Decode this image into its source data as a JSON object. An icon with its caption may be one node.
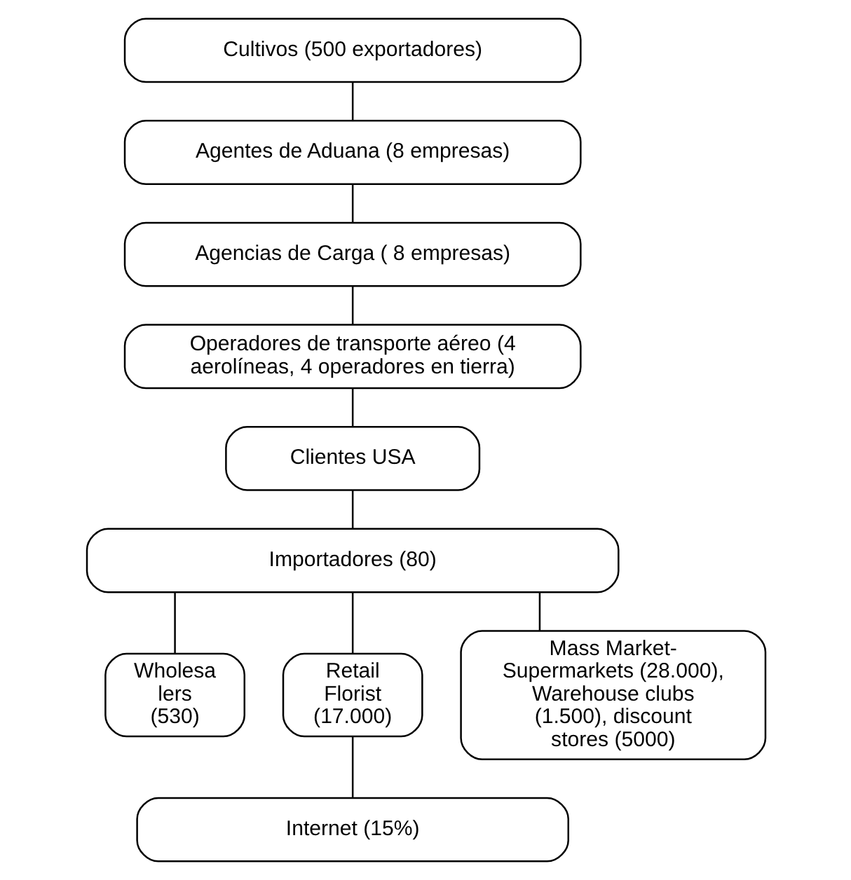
{
  "diagram": {
    "nodes": [
      {
        "text": [
          "Cultivos (500 exportadores)"
        ]
      },
      {
        "text": [
          "Agentes de Aduana (8 empresas)"
        ]
      },
      {
        "text": [
          "Agencias de Carga ( 8 empresas)"
        ]
      },
      {
        "text": [
          "Operadores de transporte aéreo (4 aerolíneas, 4 operadores en tierra)"
        ]
      },
      {
        "text": [
          "Clientes USA"
        ]
      },
      {
        "text": [
          "Importadores (80)"
        ]
      },
      {
        "text": [
          "Wholesa lers (530)"
        ]
      },
      {
        "text": [
          "Retail Florist (17.000)"
        ]
      },
      {
        "text": [
          "Mass Market- Supermarkets (28.000), Warehouse clubs  (1.500), discount stores (5000)"
        ]
      },
      {
        "text": [
          "Internet (15%)"
        ]
      }
    ],
    "edges": [
      {
        "from": 0,
        "to": 1,
        "arrow": "none"
      },
      {
        "from": 1,
        "to": 2,
        "arrow": "none"
      },
      {
        "from": 2,
        "to": 3,
        "arrow": "none"
      },
      {
        "from": 3,
        "to": 4,
        "arrow": "none"
      },
      {
        "from": 4,
        "to": 5,
        "arrow": "none"
      },
      {
        "from": 5,
        "to": 6,
        "arrow": "none"
      },
      {
        "from": 5,
        "to": 7,
        "arrow": "none"
      },
      {
        "from": 5,
        "to": 8,
        "arrow": "none"
      },
      {
        "from": 7,
        "to": 9,
        "arrow": "none"
      }
    ]
  }
}
